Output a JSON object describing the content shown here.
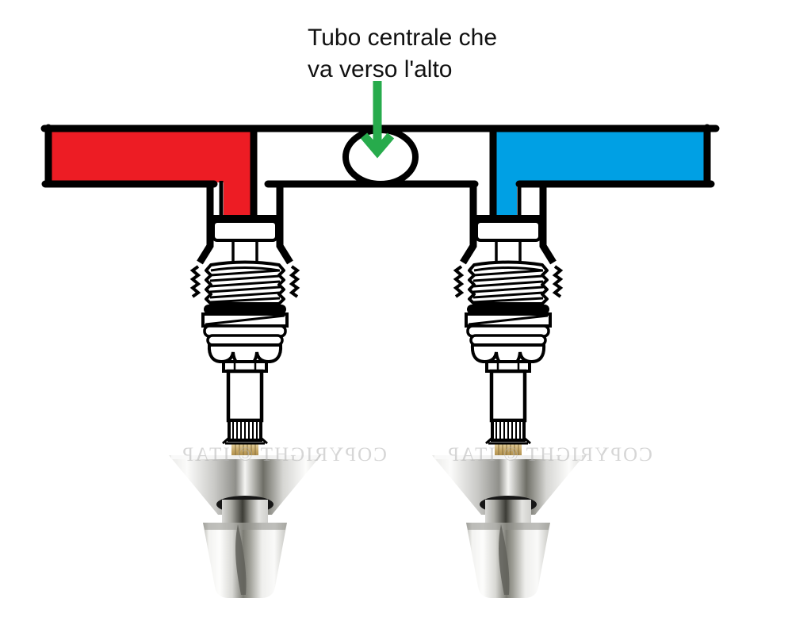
{
  "annotation": {
    "label_line1": "Tubo centrale che",
    "label_line2": "va verso l'alto"
  },
  "watermark": {
    "text": "COPYRIGHT © ITAP"
  },
  "colors": {
    "hot_water": "#ed1c24",
    "cold_water": "#00a0e4",
    "arrow_green": "#27ab4c",
    "outline": "#000000"
  }
}
